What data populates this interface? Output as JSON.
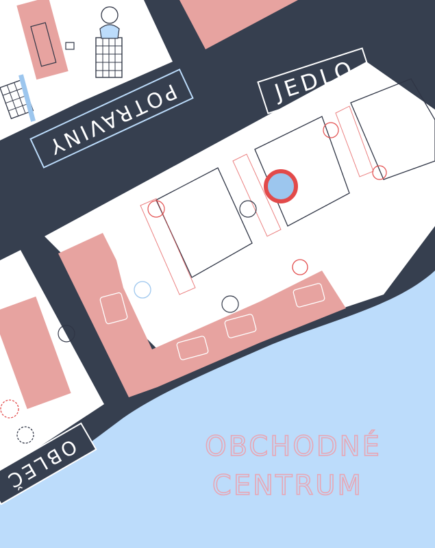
{
  "map": {
    "colors": {
      "water": "#bcdcfb",
      "road": "#363f4f",
      "floor": "#ffffff",
      "pink": "#e7a3a0",
      "line": "#2f3545",
      "red": "#e24a4a",
      "blue": "#9cc6ee",
      "label_pink": "#e8a6b4"
    },
    "signs": {
      "potraviny": "POTRAVINY",
      "jedlo": "JEDLO",
      "oblecenie": "OBLEČ"
    },
    "area_label": {
      "line1": "OBCHODNÉ",
      "line2": "CENTRUM"
    }
  }
}
